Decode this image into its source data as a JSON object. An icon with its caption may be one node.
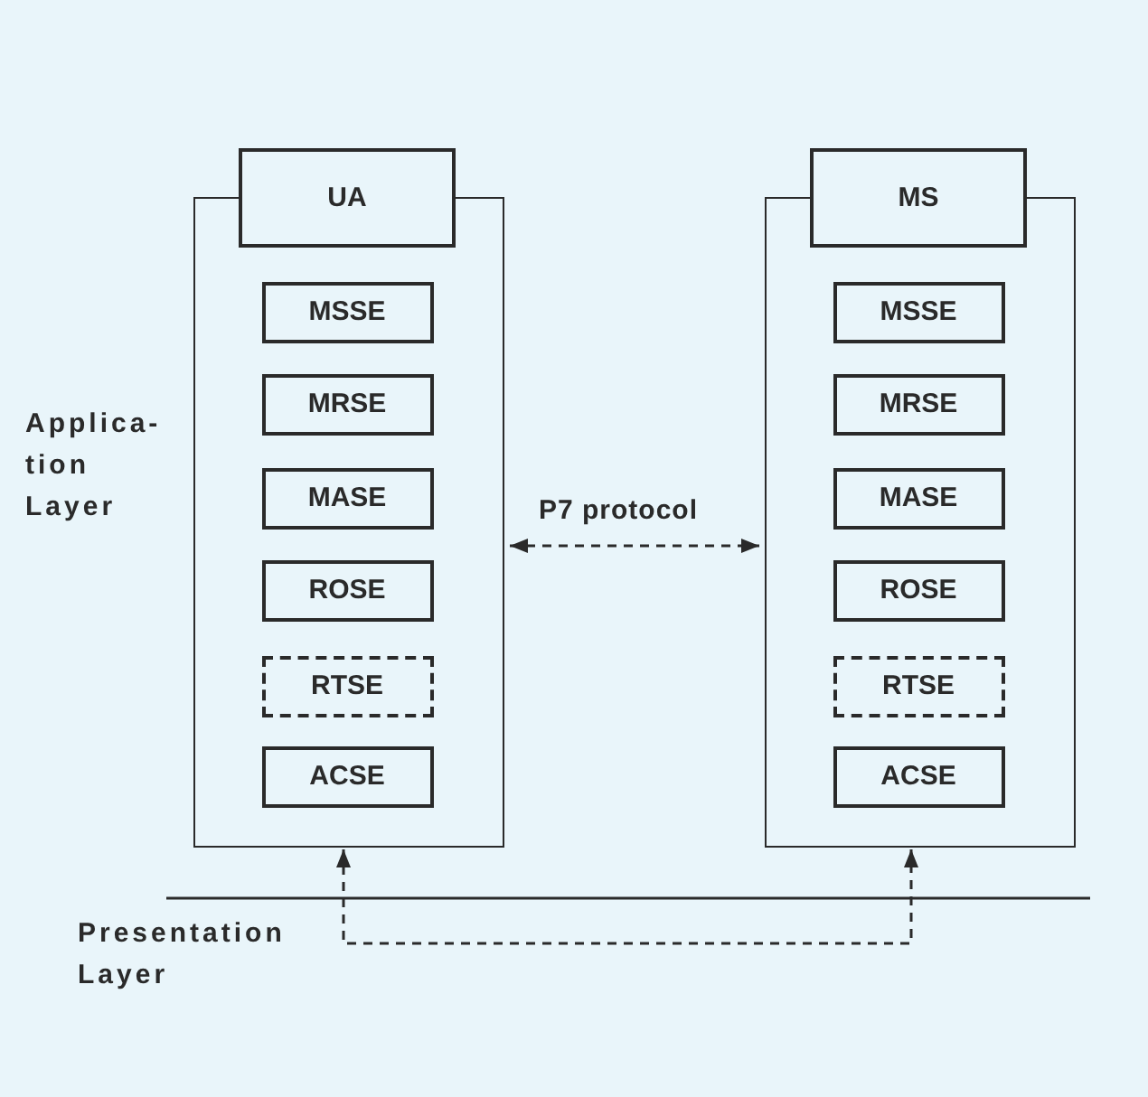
{
  "diagram": {
    "nodes": [
      {
        "text": [],
        "shape": "box"
      },
      {
        "text": [
          "UA"
        ]
      },
      {
        "text": [
          "MSSE"
        ],
        "in": 0
      },
      {
        "text": [
          "MRSE"
        ],
        "in": 0
      },
      {
        "text": [
          "MASE"
        ],
        "in": 0
      },
      {
        "text": [
          "ROSE"
        ],
        "in": 0
      },
      {
        "text": [
          "RTSE"
        ],
        "in": 0
      },
      {
        "text": [
          "ACSE"
        ],
        "in": 0
      },
      {
        "text": [],
        "shape": "box"
      },
      {
        "text": [
          "MS"
        ]
      },
      {
        "text": [
          "MSSE"
        ],
        "in": 8
      },
      {
        "text": [
          "MRSE"
        ],
        "in": 8
      },
      {
        "text": [
          "MASE"
        ],
        "in": 8
      },
      {
        "text": [
          "ROSE"
        ],
        "in": 8
      },
      {
        "text": [
          "RTSE"
        ],
        "in": 8
      },
      {
        "text": [
          "ACSE"
        ],
        "in": 8
      }
    ],
    "edges": [
      {
        "from": 0,
        "to": 8,
        "arrow": "both",
        "style": "dashed",
        "label": "P7 protocol"
      },
      {
        "from": 0,
        "to": 8,
        "arrow": "both",
        "style": "dashed"
      }
    ],
    "labels": [
      "Applica-tion Layer",
      "Presentation Layer"
    ]
  }
}
